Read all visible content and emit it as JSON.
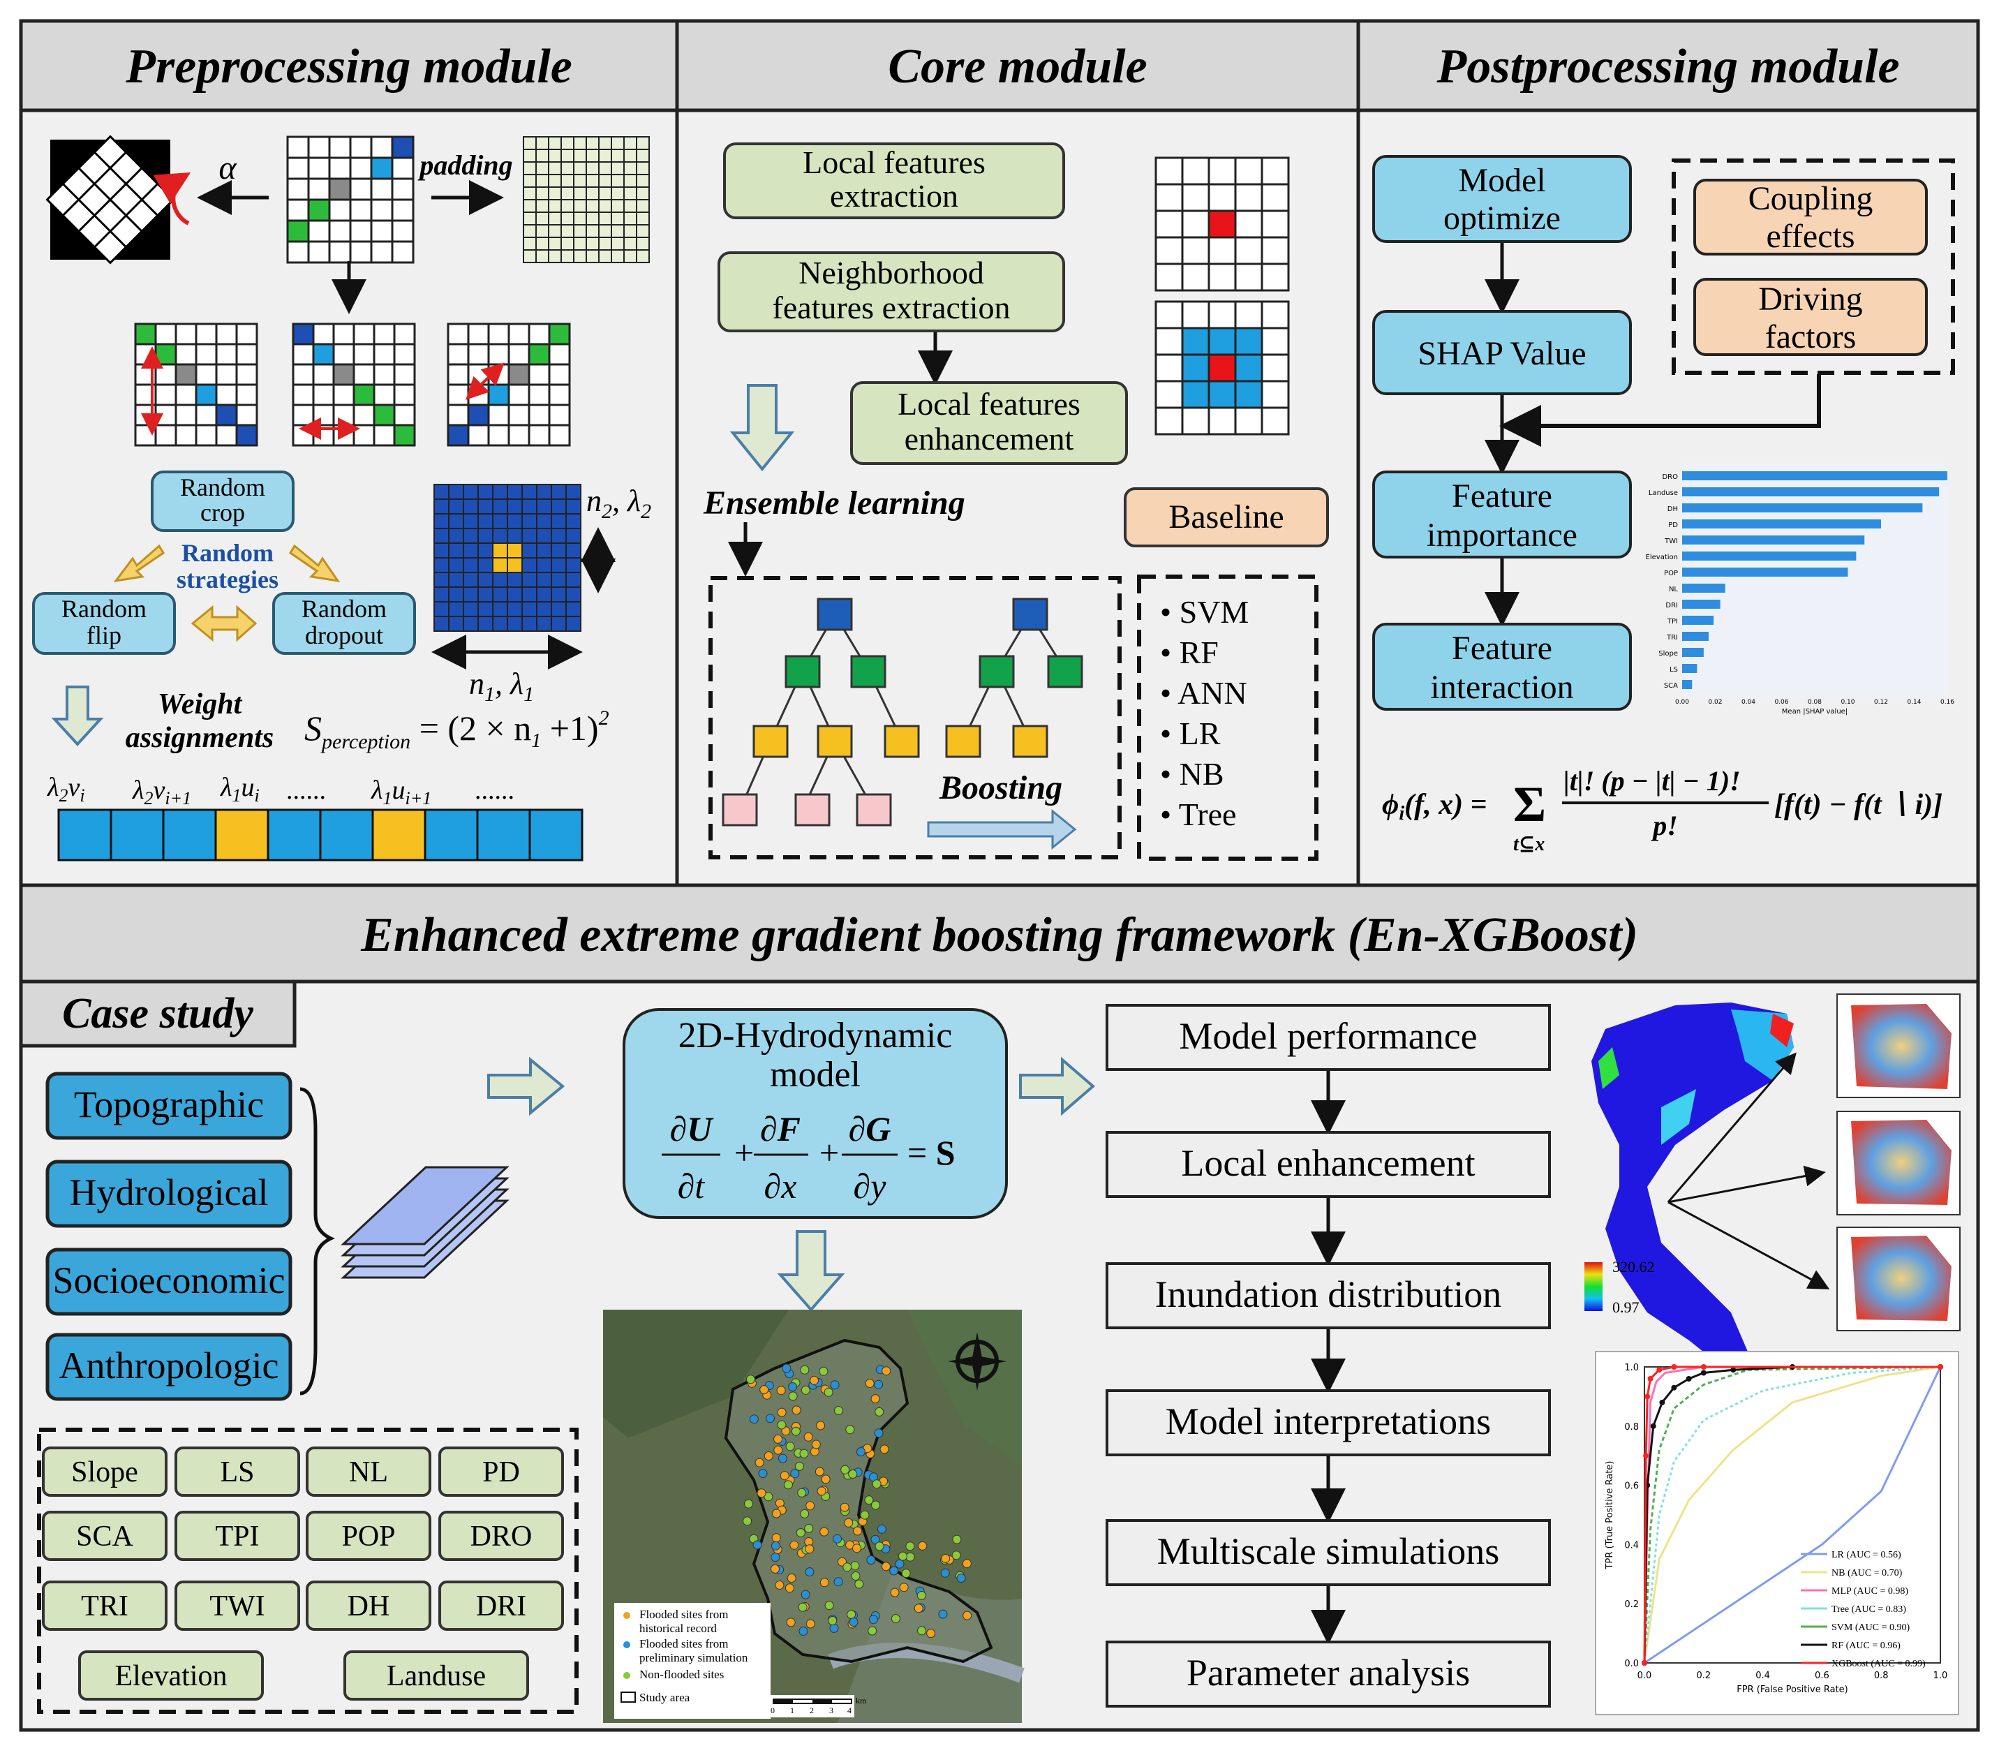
{
  "headers": {
    "preprocessing": "Preprocessing module",
    "core": "Core module",
    "postprocessing": "Postprocessing module",
    "framework": "Enhanced extreme gradient boosting framework (En-XGBoost)",
    "case_study": "Case study"
  },
  "pre": {
    "alpha": "α",
    "padding": "padding",
    "random_crop": [
      "Random",
      "crop"
    ],
    "random_strategies": [
      "Random",
      "strategies"
    ],
    "random_flip": [
      "Random",
      "flip"
    ],
    "random_dropout": [
      "Random",
      "dropout"
    ],
    "n2_lambda2": "n2, λ2",
    "n1_lambda1": "n1, λ1",
    "weight_assignments": [
      "Weight",
      "assignments"
    ],
    "perception_formula": "S perception = (2×n1 +1)²",
    "weights": [
      "λ2vi",
      "λ2vi+1",
      "λ1ui",
      "......",
      "λ1ui+1",
      "......"
    ]
  },
  "core": {
    "local_features_extraction": [
      "Local features",
      "extraction"
    ],
    "neighborhood_features_extraction": [
      "Neighborhood",
      "features extraction"
    ],
    "local_features_enhancement": [
      "Local features",
      "enhancement"
    ],
    "ensemble_learning": "Ensemble learning",
    "baseline": "Baseline",
    "boosting": "Boosting",
    "baselines": [
      "SVM",
      "RF",
      "ANN",
      "LR",
      "NB",
      "Tree"
    ]
  },
  "post": {
    "model_optimize": [
      "Model",
      "optimize"
    ],
    "shap_value": "SHAP Value",
    "coupling_effects": [
      "Coupling",
      "effects"
    ],
    "driving_factors": [
      "Driving",
      "factors"
    ],
    "feature_importance": [
      "Feature",
      "importance"
    ],
    "feature_interaction": [
      "Feature",
      "interaction"
    ],
    "shap_formula": "ϕi(f,x) = Σt⊆x |t|!(p−|t|−1)!/p! [f(t) − f(t∖i)]",
    "shap_xlabel": "Mean |SHAP value|"
  },
  "case": {
    "groups": [
      "Topographic",
      "Hydrological",
      "Socioeconomic",
      "Anthropologic"
    ],
    "factors": [
      "Slope",
      "LS",
      "NL",
      "PD",
      "SCA",
      "TPI",
      "POP",
      "DRO",
      "TRI",
      "TWI",
      "DH",
      "DRI",
      "Elevation",
      "Landuse"
    ],
    "hydro_title": [
      "2D-Hydrodynamic",
      "model"
    ],
    "hydro_eq": "∂U/∂t + ∂F/∂x + ∂G/∂y = S",
    "map_legend": [
      "Flooded sites from",
      "historical record",
      "Flooded sites from",
      "preliminary simulation",
      "Non-flooded sites",
      "Study area"
    ],
    "map_scale_label": "km",
    "map_scale_ticks": [
      "0",
      "1",
      "2",
      "3",
      "4"
    ],
    "steps": [
      "Model performance",
      "Local enhancement",
      "Inundation distribution",
      "Model interpretations",
      "Multiscale simulations",
      "Parameter analysis"
    ],
    "colorbar_max": "320.62",
    "colorbar_min": "0.97"
  },
  "chart_data": [
    {
      "type": "bar",
      "orientation": "horizontal",
      "categories": [
        "DRO",
        "Landuse",
        "DH",
        "PD",
        "TWI",
        "Elevation",
        "POP",
        "NL",
        "DRI",
        "TPI",
        "TRI",
        "Slope",
        "LS",
        "SCA"
      ],
      "values": [
        0.16,
        0.155,
        0.145,
        0.12,
        0.11,
        0.105,
        0.1,
        0.026,
        0.023,
        0.019,
        0.016,
        0.013,
        0.009,
        0.006
      ],
      "xlim": [
        0,
        0.16
      ],
      "xticks": [
        "0.00",
        "0.02",
        "0.04",
        "0.06",
        "0.08",
        "0.10",
        "0.12",
        "0.14",
        "0.16"
      ],
      "xlabel": "Mean |SHAP value|",
      "colors": {
        "bar": "#2f8de0"
      }
    },
    {
      "type": "line",
      "xlabel": "FPR (False Positive Rate)",
      "ylabel": "TPR (True Positive Rate)",
      "xlim": [
        0,
        1
      ],
      "ylim": [
        0,
        1
      ],
      "xticks": [
        "0.0",
        "0.2",
        "0.4",
        "0.6",
        "0.8",
        "1.0"
      ],
      "yticks": [
        "0.0",
        "0.2",
        "0.4",
        "0.6",
        "0.8",
        "1.0"
      ],
      "legend_position": "bottom-right",
      "series": [
        {
          "name": "LR (AUC = 0.56)",
          "color": "#7f9cf0",
          "dash": "",
          "x": [
            0,
            0.6,
            0.8,
            1
          ],
          "y": [
            0,
            0.4,
            0.58,
            1
          ]
        },
        {
          "name": "NB (AUC = 0.70)",
          "color": "#f0e28a",
          "dash": "",
          "x": [
            0,
            0.05,
            0.15,
            0.3,
            0.5,
            0.8,
            1
          ],
          "y": [
            0,
            0.35,
            0.55,
            0.72,
            0.88,
            0.97,
            1
          ]
        },
        {
          "name": "MLP (AUC = 0.98)",
          "color": "#ff6fb1",
          "dash": "",
          "x": [
            0,
            0.01,
            0.02,
            0.04,
            0.07,
            0.2,
            1
          ],
          "y": [
            0,
            0.5,
            0.88,
            0.95,
            0.98,
            1,
            1
          ]
        },
        {
          "name": "Tree (AUC = 0.83)",
          "color": "#7fe0e0",
          "dash": "4 4",
          "x": [
            0,
            0.05,
            0.1,
            0.2,
            0.4,
            0.7,
            1
          ],
          "y": [
            0,
            0.5,
            0.68,
            0.82,
            0.92,
            0.98,
            1
          ]
        },
        {
          "name": "SVM (AUC = 0.90)",
          "color": "#50b050",
          "dash": "6 4",
          "x": [
            0,
            0.02,
            0.05,
            0.1,
            0.2,
            0.35,
            1
          ],
          "y": [
            0,
            0.45,
            0.72,
            0.86,
            0.94,
            0.99,
            1
          ]
        },
        {
          "name": "RF (AUC = 0.96)",
          "color": "#111111",
          "dash": "",
          "marker": true,
          "x": [
            0,
            0.01,
            0.03,
            0.06,
            0.1,
            0.15,
            0.2,
            0.3,
            0.5,
            1
          ],
          "y": [
            0,
            0.6,
            0.8,
            0.88,
            0.93,
            0.96,
            0.98,
            0.99,
            1,
            1
          ]
        },
        {
          "name": "XGBoost (AUC = 0.99)",
          "color": "#ff2020",
          "dash": "",
          "marker": true,
          "x": [
            0,
            0.005,
            0.01,
            0.02,
            0.05,
            0.1,
            0.2,
            1
          ],
          "y": [
            0,
            0.7,
            0.9,
            0.96,
            0.99,
            1,
            1,
            1
          ]
        }
      ]
    }
  ]
}
